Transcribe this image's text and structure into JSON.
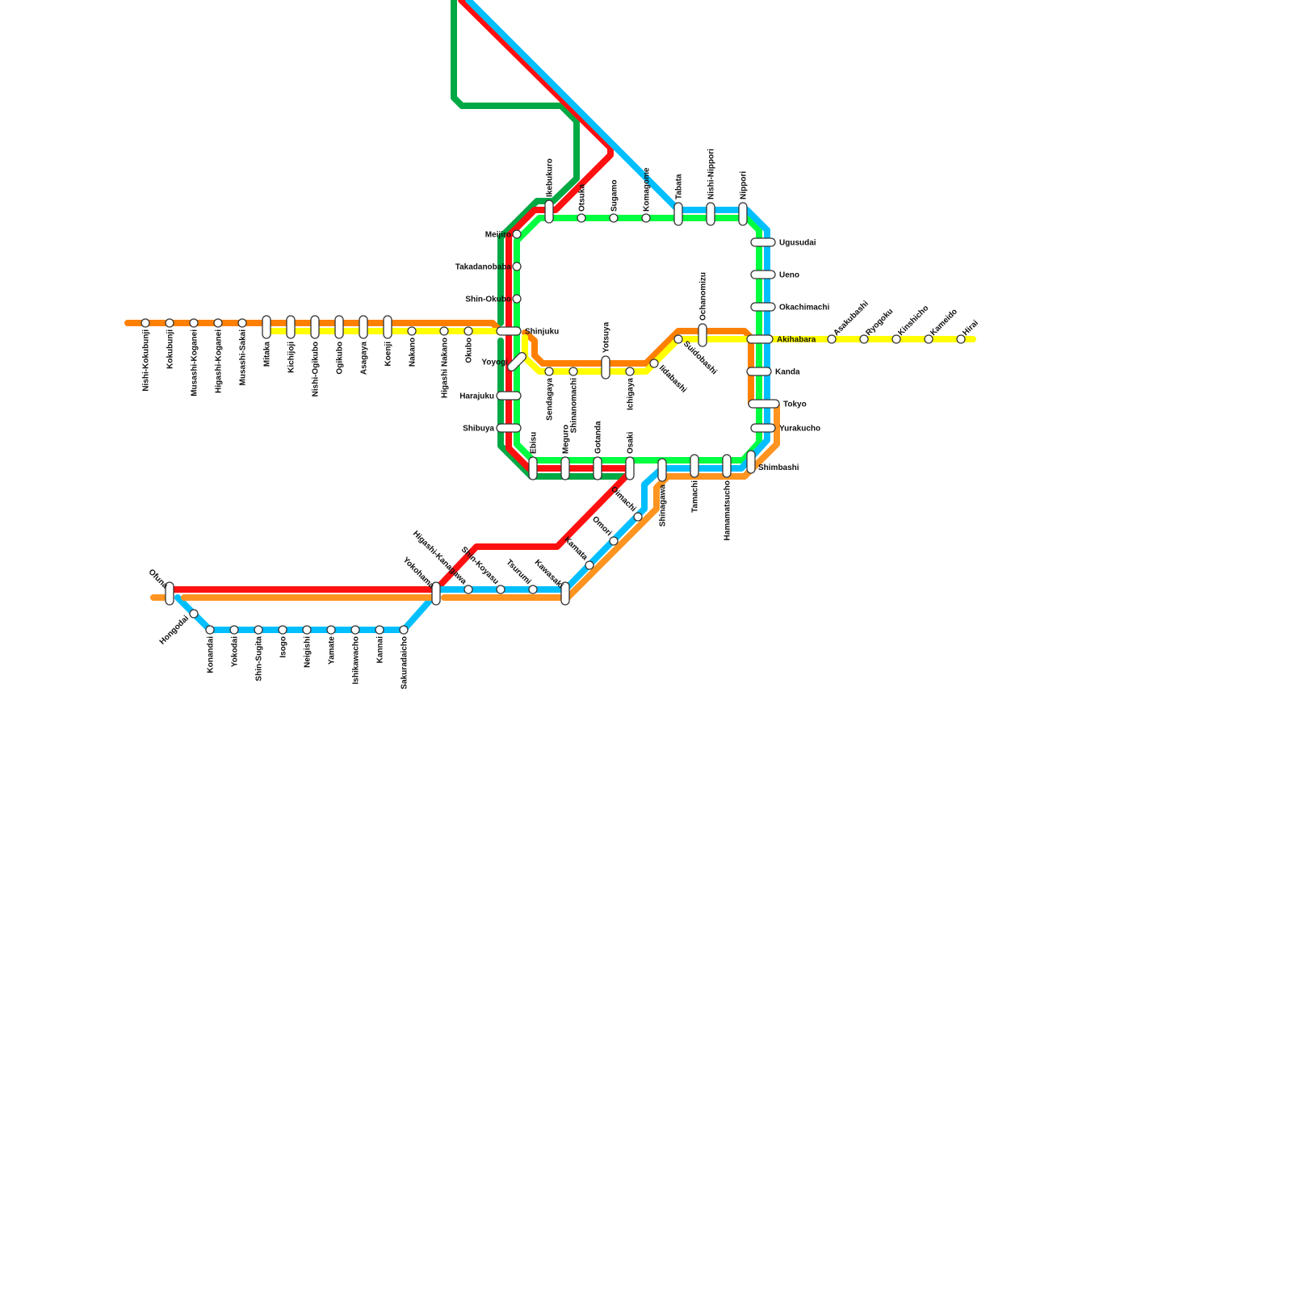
{
  "line_colors": {
    "dark_green": "#00A944",
    "red": "#FF1010",
    "light_green": "#00FF40",
    "blue": "#00BFFF",
    "orange": "#FF8000",
    "orange_light": "#FF9420",
    "yellow": "#FFFF00"
  },
  "stations": [
    "Nishi-Kokubunji",
    "Kokubunji",
    "Musashi-Koganei",
    "Higashi-Koganei",
    "Musashi-Sakai",
    "Mitaka",
    "Kichijoji",
    "Nishi-Ogikubo",
    "Ogikubo",
    "Asagaya",
    "Koenji",
    "Nakano",
    "Higashi Nakano",
    "Okubo",
    "Shinjuku",
    "Meijiro",
    "Takadanobaba",
    "Shin-Okubo",
    "Yoyogi",
    "Harajuku",
    "Shibuya",
    "Ikebukuro",
    "Otsuka",
    "Sugamo",
    "Komagome",
    "Tabata",
    "Nishi-Nippori",
    "Nippori",
    "Ugusudai",
    "Ueno",
    "Okachimachi",
    "Akihabara",
    "Kanda",
    "Tokyo",
    "Yurakucho",
    "Shimbashi",
    "Ebisu",
    "Meguro",
    "Gotanda",
    "Osaki",
    "Shinagawa",
    "Tamachi",
    "Hamamatsucho",
    "Sendagaya",
    "Shinanomachi",
    "Yotsuya",
    "Ichigaya",
    "Iidabashi",
    "Suidobashi",
    "Ochanomizu",
    "Asakubashi",
    "Ryogoku",
    "Kinshicho",
    "Kameido",
    "Hirai",
    "Oimachi",
    "Omori",
    "Kamata",
    "Kawasaki",
    "Tsurumi",
    "Shin-Koyasu",
    "Higashi-Kanagawa",
    "Yokohama",
    "Ofuna",
    "Hongodai",
    "Konandai",
    "Yokodai",
    "Shin-Sugita",
    "Isogo",
    "Neigishi",
    "Yamate",
    "Ishikawacho",
    "Kannai",
    "Sakuradaicho"
  ]
}
